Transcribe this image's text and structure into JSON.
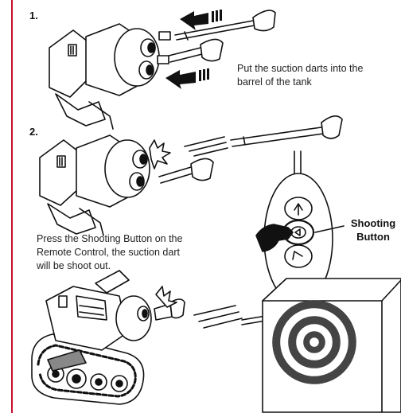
{
  "steps": [
    {
      "number": "1.",
      "caption_lines": [
        "Put the suction darts into the",
        "barrel of the tank"
      ]
    },
    {
      "number": "2.",
      "caption_lines": [
        "Press the Shooting Button on the",
        "Remote Control, the suction dart",
        "will be shoot out."
      ]
    }
  ],
  "callout": {
    "line1": "Shooting",
    "line2": "Button"
  },
  "colors": {
    "margin_rule": "#c8102e",
    "ink": "#111111",
    "shade": "#888888"
  },
  "icons": [
    "tank-turret-illustration",
    "suction-dart",
    "push-arrow-icon",
    "remote-control",
    "hand-pointer",
    "target-bullseye",
    "motion-lines"
  ]
}
